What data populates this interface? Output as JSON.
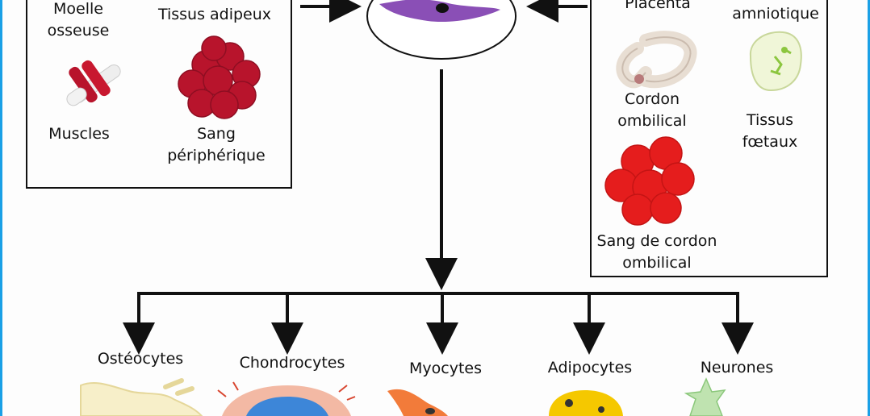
{
  "sources_left": {
    "bone_marrow_line1": "Moelle",
    "bone_marrow_line2": "osseuse",
    "adipose": "Tissus adipeux",
    "muscles": "Muscles",
    "peripheral_blood_line1": "Sang",
    "peripheral_blood_line2": "périphérique"
  },
  "sources_right": {
    "placenta": "Placenta",
    "amniotic": "amniotique",
    "cord_line1": "Cordon",
    "cord_line2": "ombilical",
    "fetal_line1": "Tissus",
    "fetal_line2": "fœtaux",
    "cord_blood_line1": "Sang de cordon",
    "cord_blood_line2": "ombilical"
  },
  "differentiation": [
    "Ostéocytes",
    "Chondrocytes",
    "Myocytes",
    "Adipocytes",
    "Neurones"
  ],
  "colors": {
    "frame": "#1aa0e6",
    "stem_cell": "#8a4fb6",
    "blood_dark": "#b8142c",
    "blood_bright": "#e51d1d",
    "fat": "#f5c800"
  }
}
